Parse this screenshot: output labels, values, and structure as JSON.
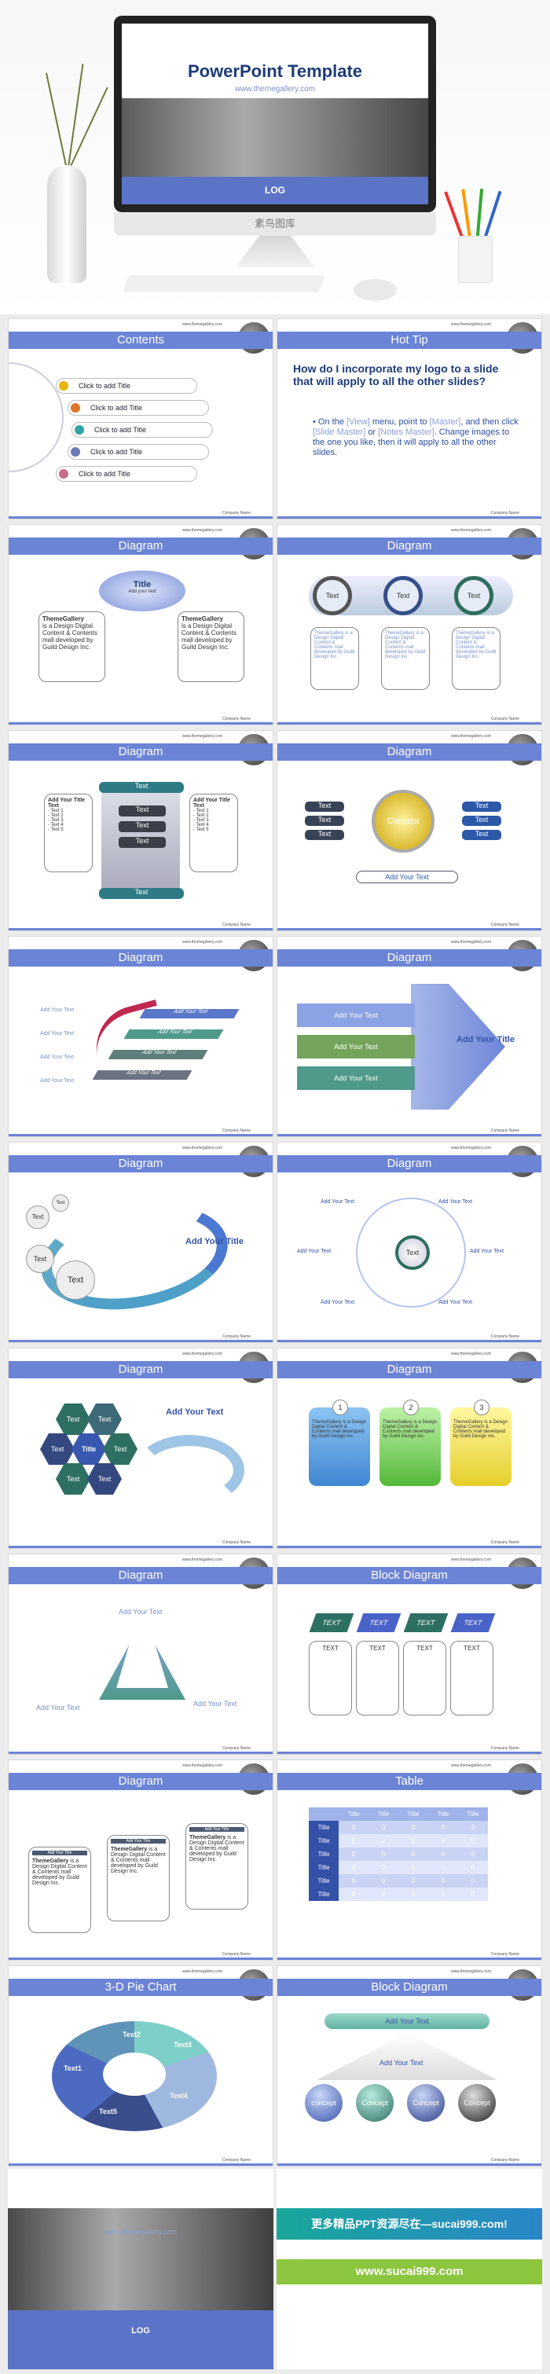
{
  "hero": {
    "title": "PowerPoint Template",
    "url": "www.themegallery.com",
    "logo": "LOG",
    "chin_text": "素鸟图库"
  },
  "common": {
    "url": "www.themegallery.com",
    "company": "Company Name"
  },
  "slides": {
    "contents": {
      "title": "Contents",
      "items": [
        "Click to add Title",
        "Click to add Title",
        "Click to add Title",
        "Click to add Title",
        "Click to add Title"
      ]
    },
    "hottip": {
      "title": "Hot Tip",
      "question": "How do I incorporate my logo to a slide that will apply to all the other slides?",
      "answer_a": "On the ",
      "answer_view": "[View]",
      "answer_b": " menu, point to ",
      "answer_master": "[Master]",
      "answer_c": ", and then click ",
      "answer_slide": "[Slide Master]",
      "answer_d": " or ",
      "answer_notes": "[Notes Master]",
      "answer_e": ". Change images to the one you like, then it will apply to all the other slides."
    },
    "d1": {
      "title": "Diagram",
      "top": "Title",
      "top_sub": "Add your text",
      "box1_title": "ThemeGallery",
      "box1_text": "is a Design Digital Content & Contents mall developed by Guild Design Inc.",
      "box2_title": "ThemeGallery",
      "box2_text": "is a Design Digital Content & Contents mall developed by Guild Design Inc."
    },
    "d2": {
      "title": "Diagram",
      "circles": [
        "Text",
        "Text",
        "Text"
      ],
      "desc": "ThemeGallery is a Design Digital Content & Contents mall developed by Guild Design Inc."
    },
    "d3": {
      "title": "Diagram",
      "left_title": "Add Your Title Text",
      "right_title": "Add Your Title Text",
      "list": [
        "- Text 1",
        "- Text 2",
        "- Text 3",
        "- Text 4",
        "- Text 5"
      ],
      "center": [
        "Text",
        "Text",
        "Text",
        "Text",
        "Text"
      ]
    },
    "d4": {
      "title": "Diagram",
      "center": "Concept",
      "stack": [
        "Text",
        "Text",
        "Text"
      ],
      "bottom": "Add Your Text"
    },
    "d5": {
      "title": "Diagram",
      "labels": [
        "Add Your Text",
        "Add Your Text",
        "Add Your Text",
        "Add Your Text"
      ],
      "steps": [
        "Add Your Text",
        "Add Your Text",
        "Add Your Text",
        "Add Your Text"
      ]
    },
    "d6": {
      "title": "Diagram",
      "bars": [
        "Add Your Text",
        "Add Your Text",
        "Add Your Text"
      ],
      "arrow": "Add Your Title"
    },
    "d7": {
      "title": "Diagram",
      "circles": [
        "Text",
        "Text",
        "Text",
        "Text"
      ],
      "arrow": "Add Your Title"
    },
    "d8": {
      "title": "Diagram",
      "center": "Text",
      "labels": [
        "Add Your Text",
        "Add Your Text",
        "Add Your Text",
        "Add Your Text",
        "Add Your Text",
        "Add Your Text"
      ]
    },
    "d9": {
      "title": "Diagram",
      "center": "Title",
      "hex": [
        "Text",
        "Text",
        "Text",
        "Text",
        "Text",
        "Text"
      ],
      "side": "Add Your Text"
    },
    "d10": {
      "title": "Diagram",
      "numbers": [
        "1",
        "2",
        "3"
      ],
      "desc": "ThemeGallery is a Design Digital Content & Contents mall developed by Guild Design Inc."
    },
    "d11": {
      "title": "Diagram",
      "labels": [
        "Add Your Text",
        "Add Your Text",
        "Add Your Text"
      ]
    },
    "block1": {
      "title": "Block Diagram",
      "diamonds": [
        "TEXT",
        "TEXT",
        "TEXT",
        "TEXT"
      ],
      "boxes": [
        "TEXT",
        "TEXT",
        "TEXT",
        "TEXT"
      ]
    },
    "d12": {
      "title": "Diagram",
      "tag": "Add Your Title",
      "name": "ThemeGallery",
      "desc": "is a Design Digital Content & Contents mall developed by Guild Design Inc."
    },
    "table": {
      "title": "Table",
      "header": [
        "",
        "Title",
        "Title",
        "Title",
        "Title",
        "Title"
      ],
      "rows": [
        [
          "Title",
          "0",
          "0",
          "0",
          "0",
          "0"
        ],
        [
          "Title",
          "0",
          "0",
          "0",
          "0",
          "0"
        ],
        [
          "Title",
          "0",
          "0",
          "0",
          "0",
          "0"
        ],
        [
          "Title",
          "0",
          "0",
          "0",
          "0",
          "0"
        ],
        [
          "Title",
          "0",
          "0",
          "0",
          "0",
          "0"
        ],
        [
          "Title",
          "0",
          "0",
          "0",
          "0",
          "0"
        ]
      ]
    },
    "pie": {
      "title": "3-D Pie Chart",
      "labels": [
        "Text1",
        "Text2",
        "Text3",
        "Text4",
        "Text5"
      ]
    },
    "block2": {
      "title": "Block Diagram",
      "top": "Add Your Text",
      "mid": "Add Your Text",
      "concepts": [
        "concept",
        "Concept",
        "Concept",
        "Concept"
      ]
    }
  },
  "final": {
    "url": "www.themegallery.com",
    "logo": "LOG",
    "ad1": "更多精品PPT资源尽在—sucai999.com!",
    "ad2": "www.sucai999.com"
  }
}
